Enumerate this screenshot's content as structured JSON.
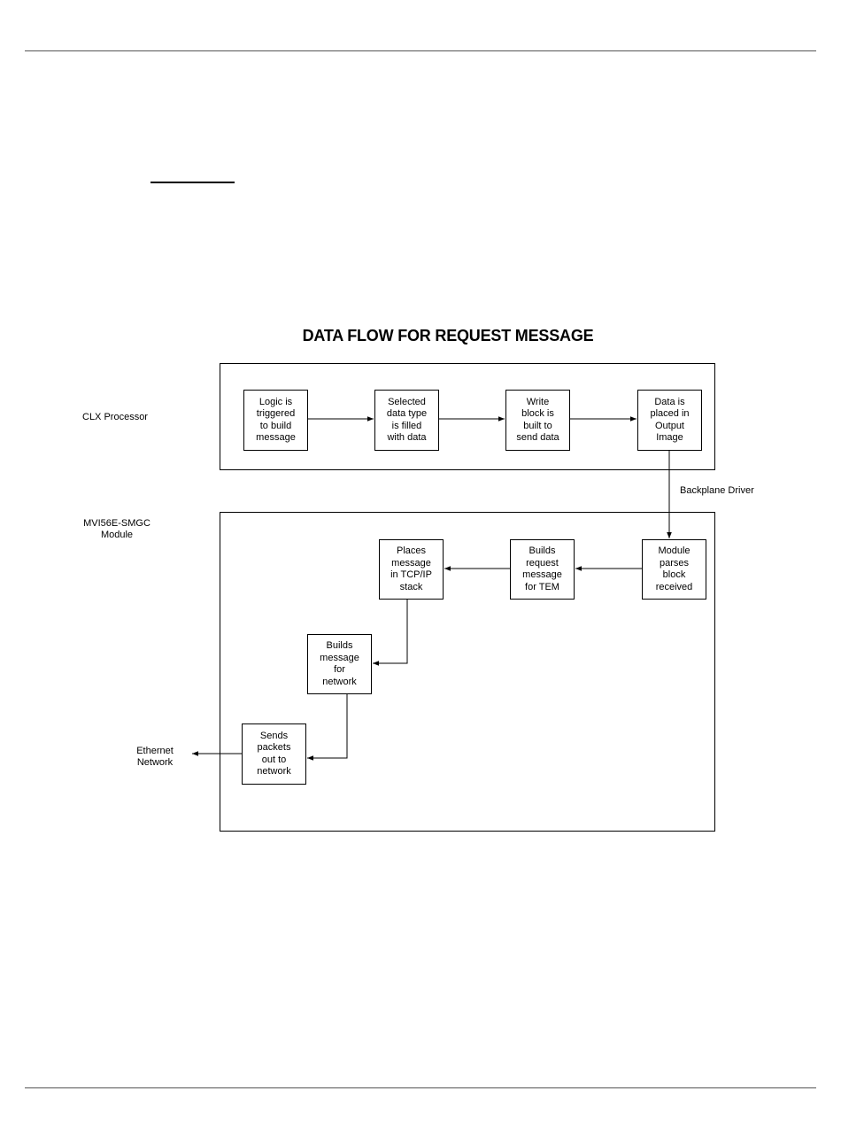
{
  "diagram": {
    "title": "DATA FLOW FOR REQUEST MESSAGE",
    "regions": {
      "clx_label": "CLX Processor",
      "module_label": "MVI56E-SMGC\nModule"
    },
    "external": {
      "backplane_label": "Backplane Driver",
      "ethernet_label": "Ethernet\nNetwork"
    },
    "steps": {
      "logic": "Logic is\ntriggered\nto build\nmessage",
      "selected": "Selected\ndata type\nis filled\nwith data",
      "write_block": "Write\nblock is\nbuilt to\nsend data",
      "output_image": "Data is\nplaced in\nOutput\nImage",
      "parses": "Module\nparses\nblock\nreceived",
      "builds_request": "Builds\nrequest\nmessage\nfor TEM",
      "tcpip": "Places\nmessage\nin TCP/IP\nstack",
      "builds_network": "Builds\nmessage\nfor\nnetwork",
      "sends": "Sends\npackets\nout to\nnetwork"
    }
  }
}
